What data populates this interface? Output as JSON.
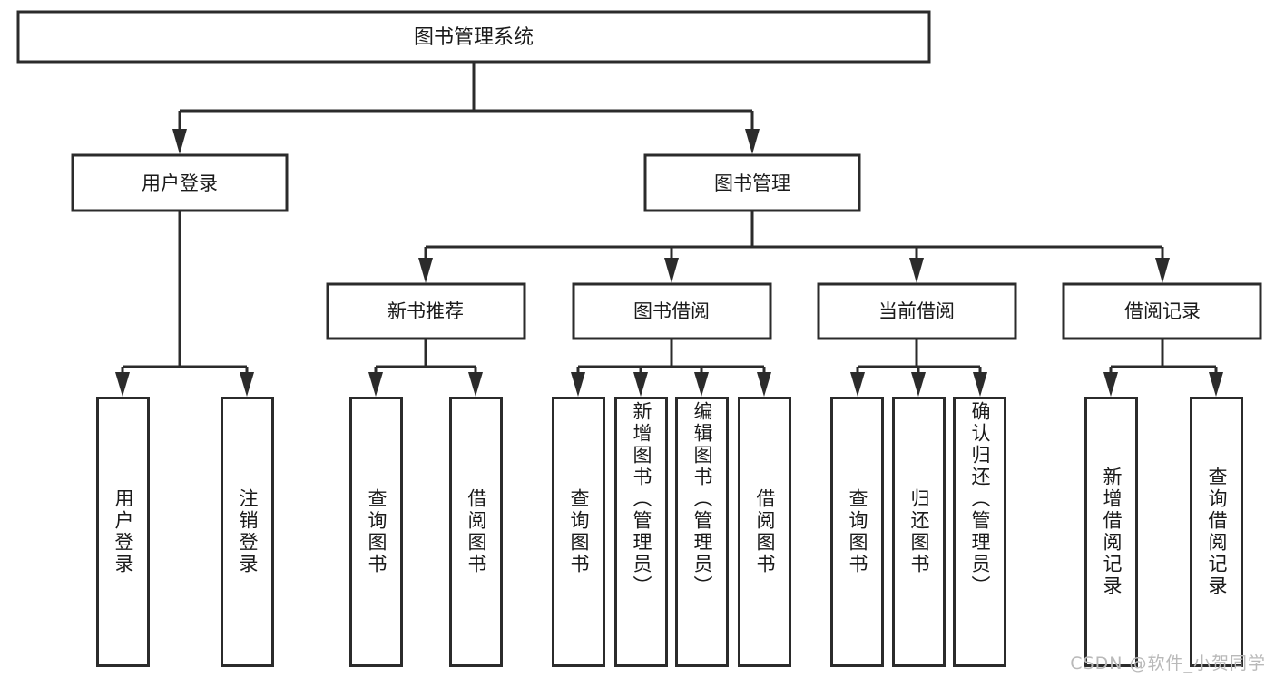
{
  "diagram": {
    "type": "tree-hierarchy-flowchart",
    "title": "图书管理系统",
    "orientation": "top-down",
    "style": {
      "box_fill": "#ffffff",
      "box_stroke": "#2b2b2b",
      "text_color": "#1a1a1a",
      "background": "#ffffff",
      "watermark_color": "#b9b9b9"
    },
    "root": {
      "label": "图书管理系统"
    },
    "level2": [
      {
        "label": "用户登录"
      },
      {
        "label": "图书管理"
      }
    ],
    "level3": [
      {
        "label": "新书推荐"
      },
      {
        "label": "图书借阅"
      },
      {
        "label": "当前借阅"
      },
      {
        "label": "借阅记录"
      }
    ],
    "leaves": {
      "user_login": [
        {
          "label": "用户登录"
        },
        {
          "label": "注销登录"
        }
      ],
      "new_book_recommend": [
        {
          "label": "查询图书"
        },
        {
          "label": "借阅图书"
        }
      ],
      "book_borrow": [
        {
          "label": "查询图书"
        },
        {
          "label": "新增图书（管理员）"
        },
        {
          "label": "编辑图书（管理员）"
        },
        {
          "label": "借阅图书"
        }
      ],
      "current_borrow": [
        {
          "label": "查询图书"
        },
        {
          "label": "归还图书"
        },
        {
          "label": "确认归还（管理员）"
        }
      ],
      "borrow_record": [
        {
          "label": "新增借阅记录"
        },
        {
          "label": "查询借阅记录"
        }
      ]
    }
  },
  "watermark": {
    "text": "CSDN @软件_小贺同学"
  }
}
